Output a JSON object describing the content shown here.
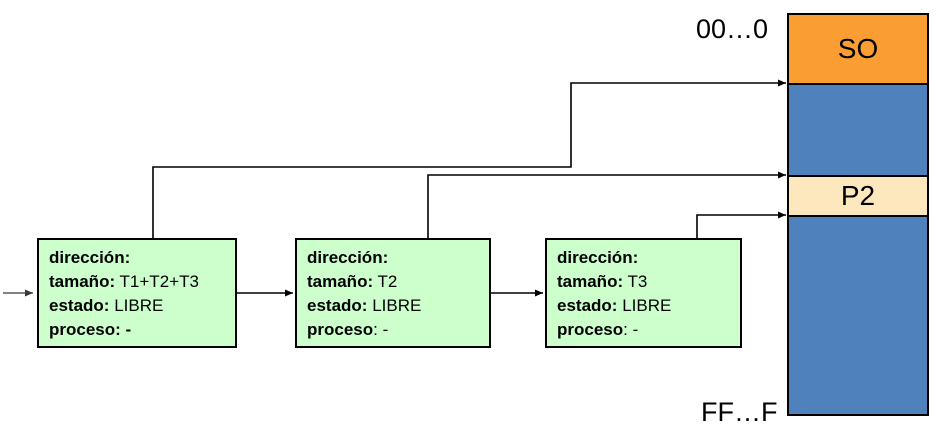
{
  "memory_map": {
    "top_address_label": "00…0",
    "bottom_address_label": "FF…F",
    "segments": [
      {
        "name": "so",
        "label": "SO",
        "color": "#FA9D33"
      },
      {
        "name": "blue-1",
        "label": "",
        "color": "#4F81BD"
      },
      {
        "name": "p2",
        "label": "P2",
        "color": "#FDE8BD"
      },
      {
        "name": "blue-2",
        "label": "",
        "color": "#4F81BD"
      }
    ]
  },
  "free_list": {
    "nodes": [
      {
        "fields": [
          {
            "label": "dirección:",
            "value": ""
          },
          {
            "label": "tamaño:",
            "value": " T1+T2+T3"
          },
          {
            "label": "estado:",
            "value": " LIBRE"
          },
          {
            "label": "proceso",
            "value": ": -"
          }
        ]
      },
      {
        "fields": [
          {
            "label": "dirección:",
            "value": ""
          },
          {
            "label": "tamaño:",
            "value": " T2"
          },
          {
            "label": "estado:",
            "value": " LIBRE"
          },
          {
            "label": "proceso",
            "value": ": -"
          }
        ]
      },
      {
        "fields": [
          {
            "label": "dirección:",
            "value": ""
          },
          {
            "label": "tamaño:",
            "value": " T3"
          },
          {
            "label": "estado:",
            "value": " LIBRE"
          },
          {
            "label": "proceso",
            "value": ": -"
          }
        ]
      }
    ]
  },
  "colors": {
    "node_fill": "#CCFFCC",
    "so_orange": "#FA9D33",
    "memory_blue": "#4F81BD",
    "p2_cream": "#FDE8BD",
    "connector": "#000000",
    "entry_arrow": "#595959"
  }
}
